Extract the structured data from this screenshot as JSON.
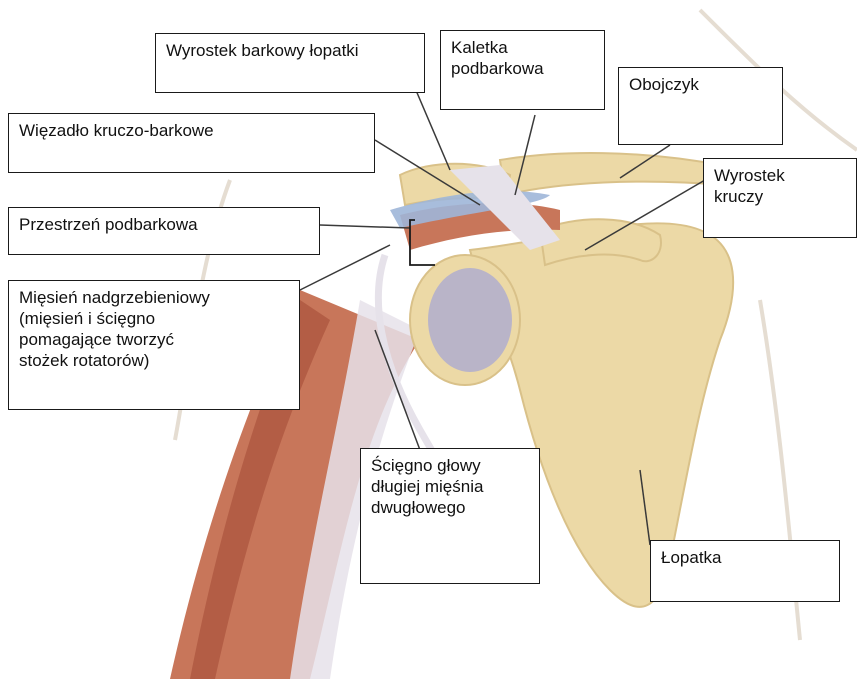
{
  "colors": {
    "skin_outline": "#e5ddd2",
    "bone": "#ecd9a6",
    "bone_shadow": "#d9c189",
    "muscle": "#c8765a",
    "muscle_dark": "#a9523c",
    "tendon": "#e6e2ea",
    "cartilage": "#b9b4c8",
    "bursa": "#9fb6d8",
    "leader_line": "#3a3a3a"
  },
  "labels": {
    "acromion": "Wyrostek barkowy łopatki",
    "subacromial_bursa": "Kaletka\npodbarkowa",
    "clavicle": "Obojczyk",
    "coracoacromial_ligament": "Więzadło kruczo-barkowe",
    "coracoid_process": "Wyrostek\nkruczy",
    "subacromial_space": "Przestrzeń podbarkowa",
    "supraspinatus": "Mięsień nadgrzebieniowy\n(mięsień i ścięgno\npomagające tworzyć\nstożek rotatorów)",
    "biceps_long_head_tendon": "Ścięgno głowy\ndługiej mięśnia\ndwugłowego",
    "scapula": "Łopatka"
  }
}
